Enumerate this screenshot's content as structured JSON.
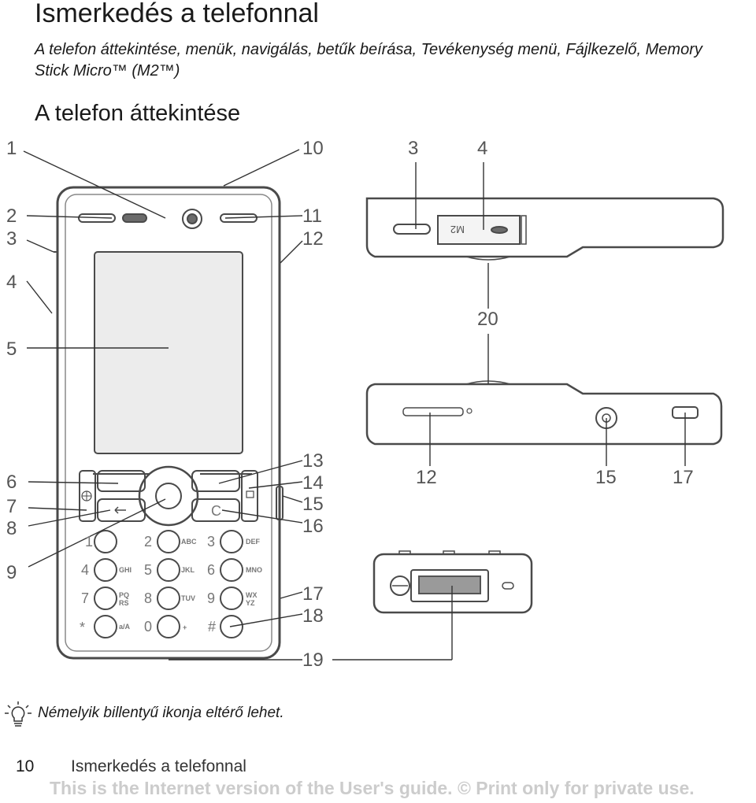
{
  "header": {
    "title": "Ismerkedés a telefonnal",
    "subtitle": "A telefon áttekintése, menük, navigálás, betűk beírása, Tevékenység menü, Fájlkezelő, Memory Stick Micro™ (M2™)",
    "section_title": "A telefon áttekintése"
  },
  "callouts": {
    "c1": "1",
    "c2": "2",
    "c3": "3",
    "c4": "4",
    "c5": "5",
    "c6": "6",
    "c7": "7",
    "c8": "8",
    "c9": "9",
    "c10": "10",
    "c11": "11",
    "c12": "12",
    "c13": "13",
    "c14": "14",
    "c15": "15",
    "c16": "16",
    "c17": "17",
    "c18": "18",
    "c19": "19",
    "c3_top": "3",
    "c4_top": "4",
    "c20": "20",
    "c12_side": "12",
    "c15_side": "15",
    "c17_side": "17"
  },
  "keypad": {
    "k1": "1",
    "k2": "2",
    "k3": "3",
    "k4": "4",
    "k5": "5",
    "k6": "6",
    "k7": "7",
    "k8": "8",
    "k9": "9",
    "kstar": "*",
    "k0": "0",
    "khash": "#",
    "s2": "ABC",
    "s3": "DEF",
    "s4": "GHI",
    "s5": "JKL",
    "s6": "MNO",
    "s7a": "PQ",
    "s7b": "RS",
    "s8": "TUV",
    "s9a": "WX",
    "s9b": "YZ",
    "sstar": "a/A",
    "s0": "+",
    "clear": "C"
  },
  "device_text": {
    "m2_slot": "M2"
  },
  "note": "Némelyik billentyű ikonja eltérő lehet.",
  "footer": {
    "page_number": "10",
    "chapter": "Ismerkedés a telefonnal",
    "disclaimer": "This is the Internet version of the User's guide. © Print only for private use."
  },
  "icons": {
    "tip": "lightbulb-tip-icon",
    "navigation": "navigation-key-icon",
    "back": "back-arrow-icon",
    "internet": "globe-icon",
    "activity": "activity-menu-icon"
  }
}
